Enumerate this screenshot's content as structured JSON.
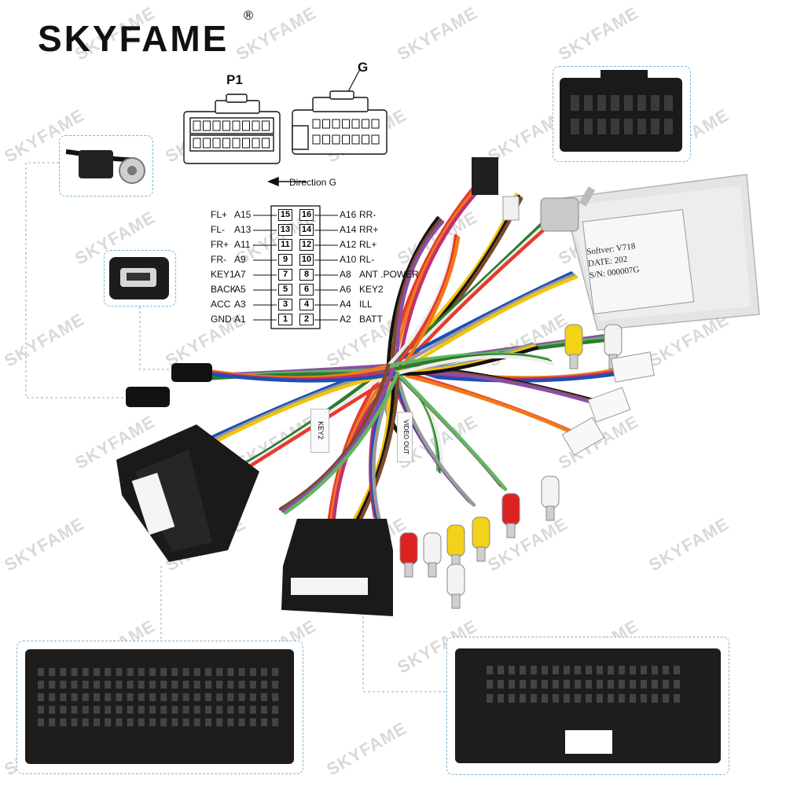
{
  "brand": {
    "name": "SKYFAME",
    "registered": "®"
  },
  "watermark_text": "SKYFAME",
  "connector_labels": {
    "p1": "P1",
    "g": "G",
    "direction": "Direction G"
  },
  "pinout": {
    "rows": [
      {
        "left_name": "FL+",
        "left_pin": "A15",
        "left_num": "15",
        "right_num": "16",
        "right_pin": "A16",
        "right_name": "RR-"
      },
      {
        "left_name": "FL-",
        "left_pin": "A13",
        "left_num": "13",
        "right_num": "14",
        "right_pin": "A14",
        "right_name": "RR+"
      },
      {
        "left_name": "FR+",
        "left_pin": "A11",
        "left_num": "11",
        "right_num": "12",
        "right_pin": "A12",
        "right_name": "RL+"
      },
      {
        "left_name": "FR-",
        "left_pin": "A9",
        "left_num": "9",
        "right_num": "10",
        "right_pin": "A10",
        "right_name": "RL-"
      },
      {
        "left_name": "KEY1",
        "left_pin": "A7",
        "left_num": "7",
        "right_num": "8",
        "right_pin": "A8",
        "right_name": "ANT .POWER"
      },
      {
        "left_name": "BACK",
        "left_pin": "A5",
        "left_num": "5",
        "right_num": "6",
        "right_pin": "A6",
        "right_name": "KEY2"
      },
      {
        "left_name": "ACC",
        "left_pin": "A3",
        "left_num": "3",
        "right_num": "4",
        "right_pin": "A4",
        "right_name": "ILL"
      },
      {
        "left_name": "GND",
        "left_pin": "A1",
        "left_num": "1",
        "right_num": "2",
        "right_pin": "A2",
        "right_name": "BATT"
      }
    ]
  },
  "box_label": {
    "line1": "Softver: V718",
    "line2": "DATE: 202",
    "line3": "S/N: 000007G"
  },
  "tags": {
    "key2": "KEY2",
    "video_out": "VIDEO OUT"
  },
  "colors": {
    "wire_colors": [
      "#e63b2e",
      "#f2c40c",
      "#2f7a2f",
      "#1e4fb3",
      "#8b4ea6",
      "#f07a1a",
      "#111111",
      "#eeeeee",
      "#9a9a9a",
      "#5fb85f",
      "#c03070",
      "#7b4a2a"
    ],
    "rca_yellow": "#f3d21a",
    "rca_red": "#dd2222",
    "rca_white": "#f3f3f3",
    "inset_border": "#7fb3d5",
    "connector_black": "#1a1a1a",
    "box_grey": "#e6e6e6"
  }
}
